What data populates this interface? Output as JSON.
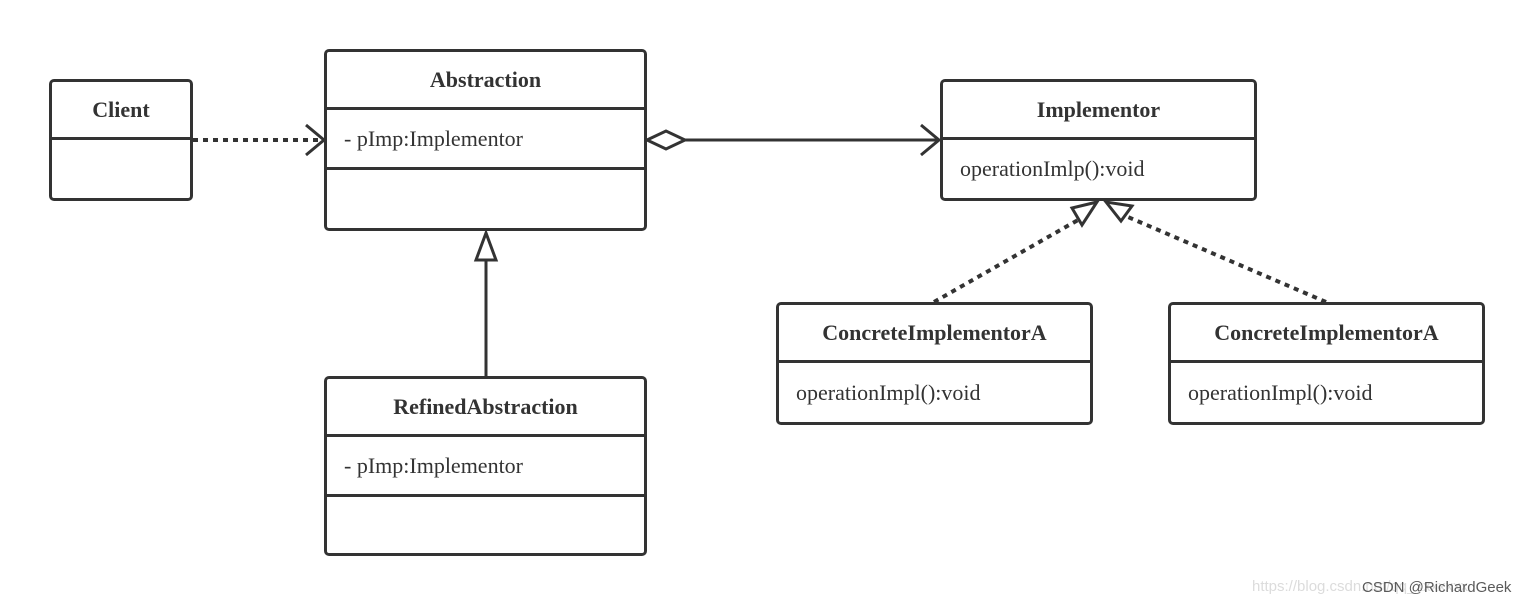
{
  "classes": {
    "client": {
      "name": "Client"
    },
    "abstraction": {
      "name": "Abstraction",
      "attribute": "- pImp:Implementor"
    },
    "refined": {
      "name": "RefinedAbstraction",
      "attribute": "- pImp:Implementor"
    },
    "implementor": {
      "name": "Implementor",
      "operation": "operationImlp():void"
    },
    "concrete_a": {
      "name": "ConcreteImplementorA",
      "operation": "operationImpl():void"
    },
    "concrete_b": {
      "name": "ConcreteImplementorA",
      "operation": "operationImpl():void"
    }
  },
  "relations": [
    {
      "from": "Client",
      "to": "Abstraction",
      "kind": "dependency"
    },
    {
      "from": "Abstraction",
      "to": "Implementor",
      "kind": "aggregation"
    },
    {
      "from": "RefinedAbstraction",
      "to": "Abstraction",
      "kind": "generalization"
    },
    {
      "from": "ConcreteImplementorA",
      "to": "Implementor",
      "kind": "realization"
    },
    {
      "from": "ConcreteImplementorA",
      "to": "Implementor",
      "kind": "realization"
    }
  ],
  "footer": {
    "watermark": "https://blog.csdn.net/qq_xxxxxxx",
    "credit": "CSDN @RichardGeek"
  },
  "colors": {
    "stroke": "#333333",
    "background": "#ffffff"
  }
}
